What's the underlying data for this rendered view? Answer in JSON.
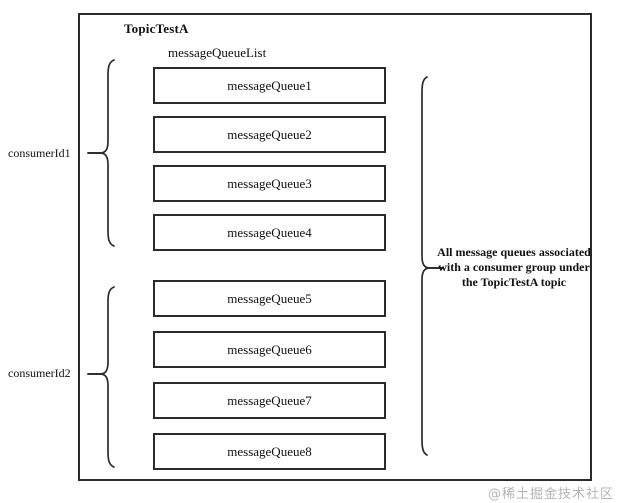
{
  "diagram": {
    "topic_label": "TopicTestA",
    "list_label": "messageQueueList",
    "queues": [
      "messageQueue1",
      "messageQueue2",
      "messageQueue3",
      "messageQueue4",
      "messageQueue5",
      "messageQueue6",
      "messageQueue7",
      "messageQueue8"
    ],
    "consumers": [
      {
        "label": "consumerId1",
        "queues": [
          "messageQueue1",
          "messageQueue2",
          "messageQueue3",
          "messageQueue4"
        ]
      },
      {
        "label": "consumerId2",
        "queues": [
          "messageQueue5",
          "messageQueue6",
          "messageQueue7",
          "messageQueue8"
        ]
      }
    ],
    "annotation": {
      "lines": [
        "All message queues associated",
        "with a consumer group under",
        "the TopicTestA topic"
      ]
    },
    "watermark": "@稀土掘金技术社区",
    "colors": {
      "line": "#2b2b2b",
      "text": "#111111",
      "watermark": "#b4b4b4",
      "background": "#ffffff"
    }
  }
}
